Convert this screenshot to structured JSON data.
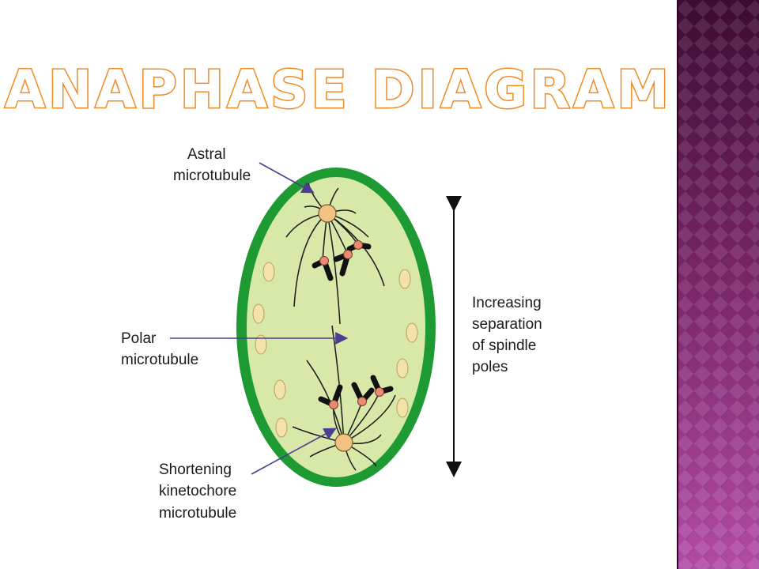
{
  "slide": {
    "title": "Anaphase Diagram",
    "colors": {
      "title_fill": "#ffffff",
      "title_stroke": "#f08a24",
      "cell_wall": "#1e9a32",
      "cytoplasm": "#d8e8a8",
      "vesicle": "#f4e3a8",
      "centrosome": "#f2c383",
      "kinetochore": "#e98a72",
      "arrow": "#4b3f8f",
      "sidebar_dark": "#3d0b33",
      "sidebar_light": "#b24aa6"
    }
  },
  "diagram": {
    "labels": {
      "astral": [
        "Astral",
        "microtubule"
      ],
      "polar": [
        "Polar",
        "microtubule"
      ],
      "kinetochore": [
        "Shortening",
        "kinetochore",
        "microtubule"
      ],
      "separation": [
        "Increasing",
        "separation",
        "of spindle",
        "poles"
      ]
    }
  }
}
